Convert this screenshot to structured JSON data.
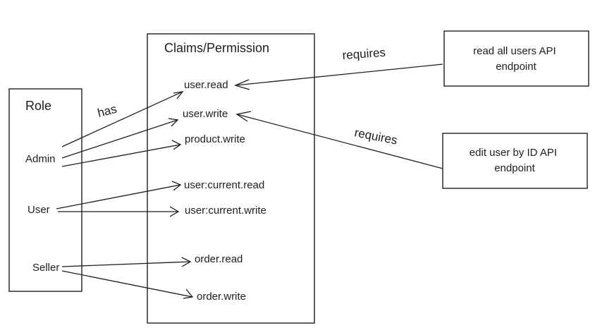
{
  "role_box": {
    "title": "Role",
    "roles": [
      "Admin",
      "User",
      "Seller"
    ]
  },
  "claims_box": {
    "title": "Claims/Permission",
    "claims": [
      "user.read",
      "user.write",
      "product.write",
      "user:current.read",
      "user:current.write",
      "order.read",
      "order.write"
    ]
  },
  "endpoints": [
    "read all users API endpoint",
    "edit user by ID API endpoint"
  ],
  "edge_labels": {
    "has": "has",
    "requires_1": "requires",
    "requires_2": "requires"
  },
  "assignments": [
    {
      "role": "Admin",
      "claim": "user.read"
    },
    {
      "role": "Admin",
      "claim": "user.write"
    },
    {
      "role": "Admin",
      "claim": "product.write"
    },
    {
      "role": "User",
      "claim": "user:current.read"
    },
    {
      "role": "User",
      "claim": "user:current.write"
    },
    {
      "role": "Seller",
      "claim": "order.read"
    },
    {
      "role": "Seller",
      "claim": "order.write"
    }
  ],
  "requirements": [
    {
      "endpoint": "read all users API endpoint",
      "claim": "user.read"
    },
    {
      "endpoint": "edit user by ID API endpoint",
      "claim": "user.write"
    }
  ],
  "colors": {
    "stroke": "#1e1e1e",
    "background": "#ffffff"
  }
}
